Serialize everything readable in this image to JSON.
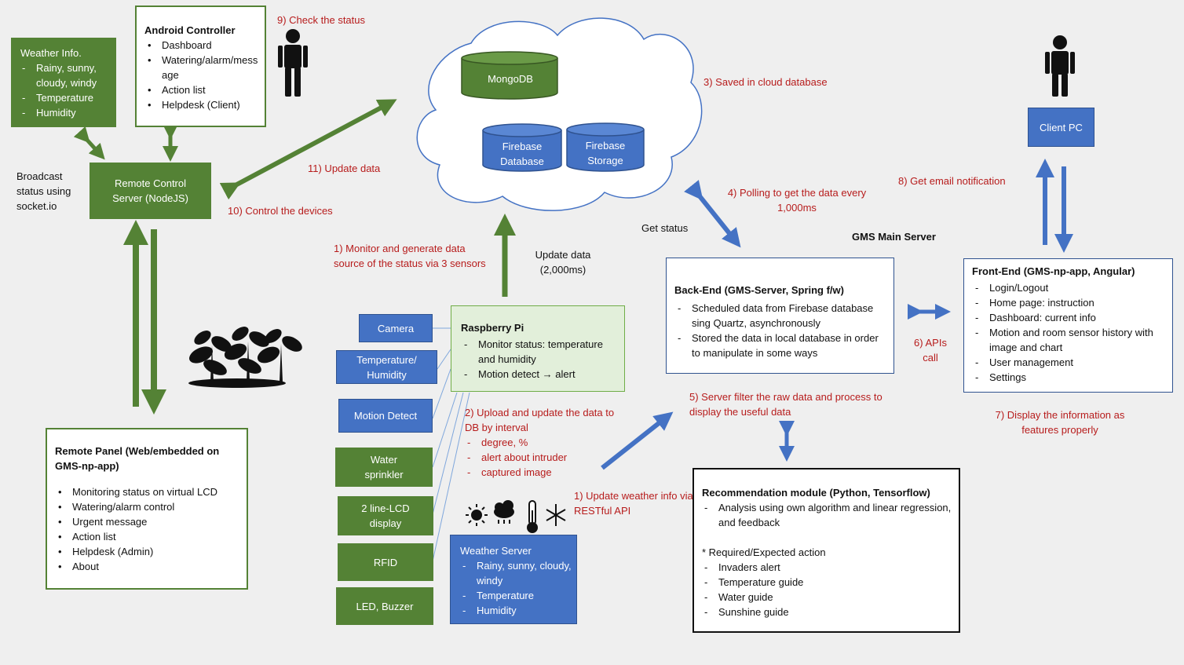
{
  "weather_info": {
    "title": "Weather Info.",
    "items": [
      "Rainy, sunny, cloudy, windy",
      "Temperature",
      "Humidity"
    ]
  },
  "android": {
    "title": "Android Controller",
    "items": [
      "Dashboard",
      "Watering/alarm/message",
      "Action list",
      "Helpdesk (Client)"
    ]
  },
  "check_status": "9) Check the status",
  "cloud": {
    "mongo": "MongoDB",
    "firebase_db": "Firebase Database",
    "firebase_storage": "Firebase Storage"
  },
  "saved_cloud": "3) Saved in cloud database",
  "broadcast": "Broadcast status using socket.io",
  "remote_server": "Remote Control Server (NodeJS)",
  "update_data_11": "11) Update data",
  "control_devices": "10) Control the devices",
  "polling": "4) Polling to get the data every 1,000ms",
  "get_status": "Get status",
  "gms_main": "GMS Main Server",
  "client_pc": "Client PC",
  "email_notif": "8) Get email notification",
  "monitor_generate": "1) Monitor and generate data source of the status via 3 sensors",
  "update_data_2000": "Update data (2,000ms)",
  "backend": {
    "title": "Back-End (GMS-Server, Spring f/w)",
    "items": [
      "Scheduled data from Firebase database sing Quartz, asynchronously",
      "Stored the data in local database in order to manipulate in some ways"
    ]
  },
  "frontend": {
    "title": "Front-End (GMS-np-app, Angular)",
    "items": [
      "Login/Logout",
      "Home page: instruction",
      "Dashboard: current info",
      "Motion  and room sensor history with image and chart",
      "User management",
      "Settings"
    ]
  },
  "apis_call": "6) APIs call",
  "rpi": {
    "title": "Raspberry Pi",
    "items": [
      "Monitor status: temperature and humidity",
      "Motion detect → alert"
    ]
  },
  "devices": {
    "camera": "Camera",
    "temp_hum": "Temperature/ Humidity",
    "motion": "Motion Detect",
    "water": "Water sprinkler",
    "lcd": "2 line-LCD display",
    "rfid": "RFID",
    "led": "LED, Buzzer"
  },
  "upload": {
    "title": "2) Upload and update the data to DB by interval",
    "items": [
      "degree, %",
      "alert about intruder",
      "captured image"
    ]
  },
  "server_filter": "5) Server filter the raw data and process to display the useful data",
  "display_info": "7) Display the information as features properly",
  "remote_panel": {
    "title": "Remote Panel (Web/embedded on GMS-np-app)",
    "items": [
      "Monitoring status on virtual LCD",
      "Watering/alarm control",
      "Urgent message",
      "Action list",
      "Helpdesk (Admin)",
      "About"
    ]
  },
  "update_weather": "1) Update weather info via RESTful API",
  "weather_server": {
    "title": "Weather Server",
    "items": [
      "Rainy, sunny, cloudy, windy",
      "Temperature",
      "Humidity"
    ]
  },
  "recommendation": {
    "title": "Recommendation module (Python, Tensorflow)",
    "items": [
      "Analysis using own algorithm and linear regression, and feedback"
    ],
    "subtitle": "* Required/Expected action",
    "actions": [
      "Invaders alert",
      "Temperature guide",
      "Water guide",
      "Sunshine guide"
    ]
  },
  "colors": {
    "green": "#548235",
    "blue": "#4472c4",
    "red": "#b71c1c"
  }
}
